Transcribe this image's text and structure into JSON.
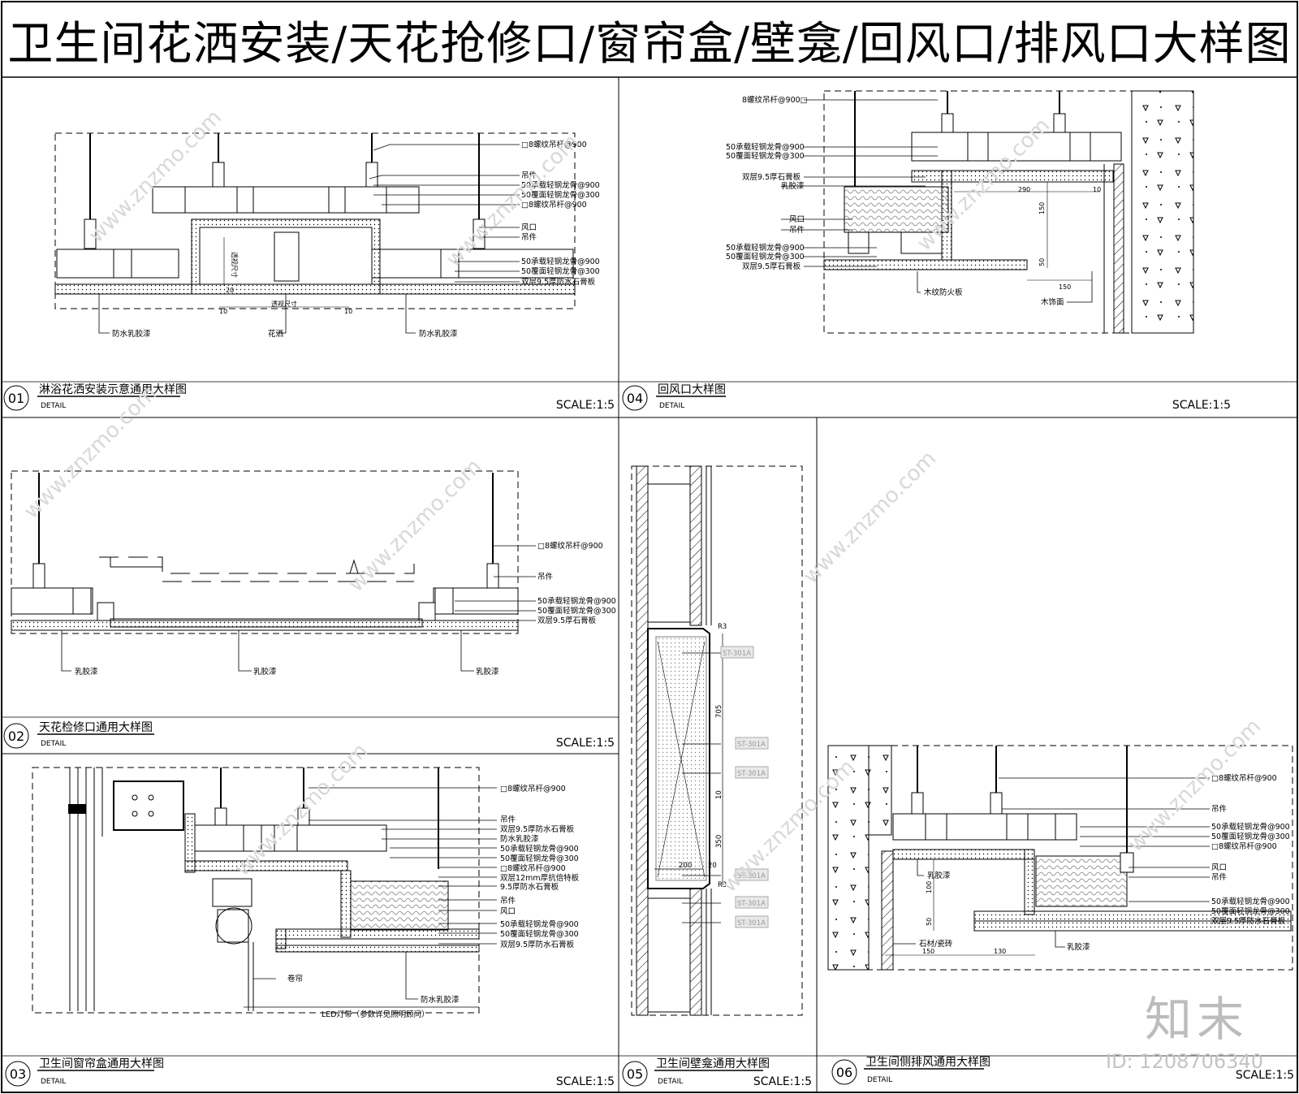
{
  "page": {
    "title": "卫生间花洒安装/天花抢修口/窗帘盒/壁龛/回风口/排风口大样图"
  },
  "panels": [
    {
      "num": "01",
      "name": "淋浴花洒安装示意通用大样图",
      "sub": "DETAIL",
      "scale": "SCALE:1:5"
    },
    {
      "num": "04",
      "name": "回风口大样图",
      "sub": "DETAIL",
      "scale": "SCALE:1:5"
    },
    {
      "num": "02",
      "name": "天花检修口通用大样图",
      "sub": "DETAIL",
      "scale": "SCALE:1:5"
    },
    {
      "num": "03",
      "name": "卫生间窗帘盒通用大样图",
      "sub": "DETAIL",
      "scale": "SCALE:1:5"
    },
    {
      "num": "05",
      "name": "卫生间壁龛通用大样图",
      "sub": "DETAIL",
      "scale": "SCALE:1:5"
    },
    {
      "num": "06",
      "name": "卫生间侧排风通用大样图",
      "sub": "DETAIL",
      "scale": "SCALE:1:5"
    }
  ],
  "labels": {
    "p01": {
      "rod": "□8螺纹吊杆@900",
      "hanger": "吊件",
      "main_keel": "50承载轻钢龙骨@900",
      "cover_keel": "50覆面轻钢龙骨@300",
      "rod2": "□8螺纹吊杆@900",
      "vent": "风口",
      "hanger2": "吊件",
      "main_keel2": "50承载轻钢龙骨@900",
      "cover_keel2": "50覆面轻钢龙骨@300",
      "board": "双层9.5厚防水石膏板",
      "paint_left": "防水乳胶漆",
      "shower": "花洒",
      "paint_right": "防水乳胶漆",
      "dim_h": "透视尺寸",
      "dim_w": "透视尺寸",
      "dim_10a": "10",
      "dim_10b": "10",
      "dim_20": "20"
    },
    "p04": {
      "rod": "8螺纹吊杆@900□",
      "main_keel": "50承载轻钢龙骨@900",
      "cover_keel": "50覆面轻钢龙骨@300",
      "board": "双层9.5厚石膏板",
      "paint": "乳胶漆",
      "vent": "风口",
      "hanger": "吊件",
      "main_keel2": "50承载轻钢龙骨@900",
      "cover_keel2": "50覆面轻钢龙骨@300",
      "board2": "双层9.5厚石膏板",
      "fire_board": "木纹防火板",
      "wood_face": "木饰面",
      "d290": "290",
      "d10": "10",
      "d150v": "150",
      "d50": "50",
      "d150h": "150"
    },
    "p02": {
      "rod": "□8螺纹吊杆@900",
      "hanger": "吊件",
      "main_keel": "50承载轻钢龙骨@900",
      "cover_keel": "50覆面轻钢龙骨@300",
      "board": "双层9.5厚石膏板",
      "paint1": "乳胶漆",
      "paint2": "乳胶漆",
      "paint3": "乳胶漆"
    },
    "p03": {
      "rod": "□8螺纹吊杆@900",
      "hanger": "吊件",
      "board": "双层9.5厚防水石膏板",
      "paint": "防水乳胶漆",
      "main_keel": "50承载轻钢龙骨@900",
      "cover_keel": "50覆面轻钢龙骨@300",
      "rod2": "□8螺纹吊杆@900",
      "special_board": "双层12mm厚抗倍特板",
      "gyp": "9.5厚防水石膏板",
      "hanger2": "吊件",
      "vent": "风口",
      "main_keel2": "50承载轻钢龙骨@900",
      "cover_keel2": "50覆面轻钢龙骨@300",
      "board2": "双层9.5厚防水石膏板",
      "curtain": "卷帘",
      "paint2": "防水乳胶漆",
      "led": "LED灯带（参数详见照明顾问）"
    },
    "p05": {
      "st1": "ST-301A",
      "st2": "ST-301A",
      "st3": "ST-301A",
      "st4": "ST-301A",
      "st5": "ST-301A",
      "st6": "ST-301A",
      "d705": "705",
      "d10": "10",
      "d350": "350",
      "d200": "200",
      "d20": "20",
      "r3a": "R3",
      "r3b": "R3"
    },
    "p06": {
      "rod": "□8螺纹吊杆@900",
      "hanger": "吊件",
      "main_keel": "50承载轻钢龙骨@900",
      "cover_keel": "50覆面轻钢龙骨@300",
      "rod2": "□8螺纹吊杆@900",
      "vent": "风口",
      "hanger2": "吊件",
      "main_keel2": "50承载轻钢龙骨@900",
      "cover_keel2": "50覆面轻钢龙骨@300",
      "board": "双层9.5厚防水石膏板",
      "paint": "乳胶漆",
      "stone": "石材/瓷砖",
      "paint2": "乳胶漆",
      "d100": "100",
      "d50": "50",
      "d150": "150",
      "d130": "130"
    }
  },
  "watermark": {
    "url": "www.znzmo.com",
    "brand": "知末",
    "id": "ID: 1208706340"
  }
}
